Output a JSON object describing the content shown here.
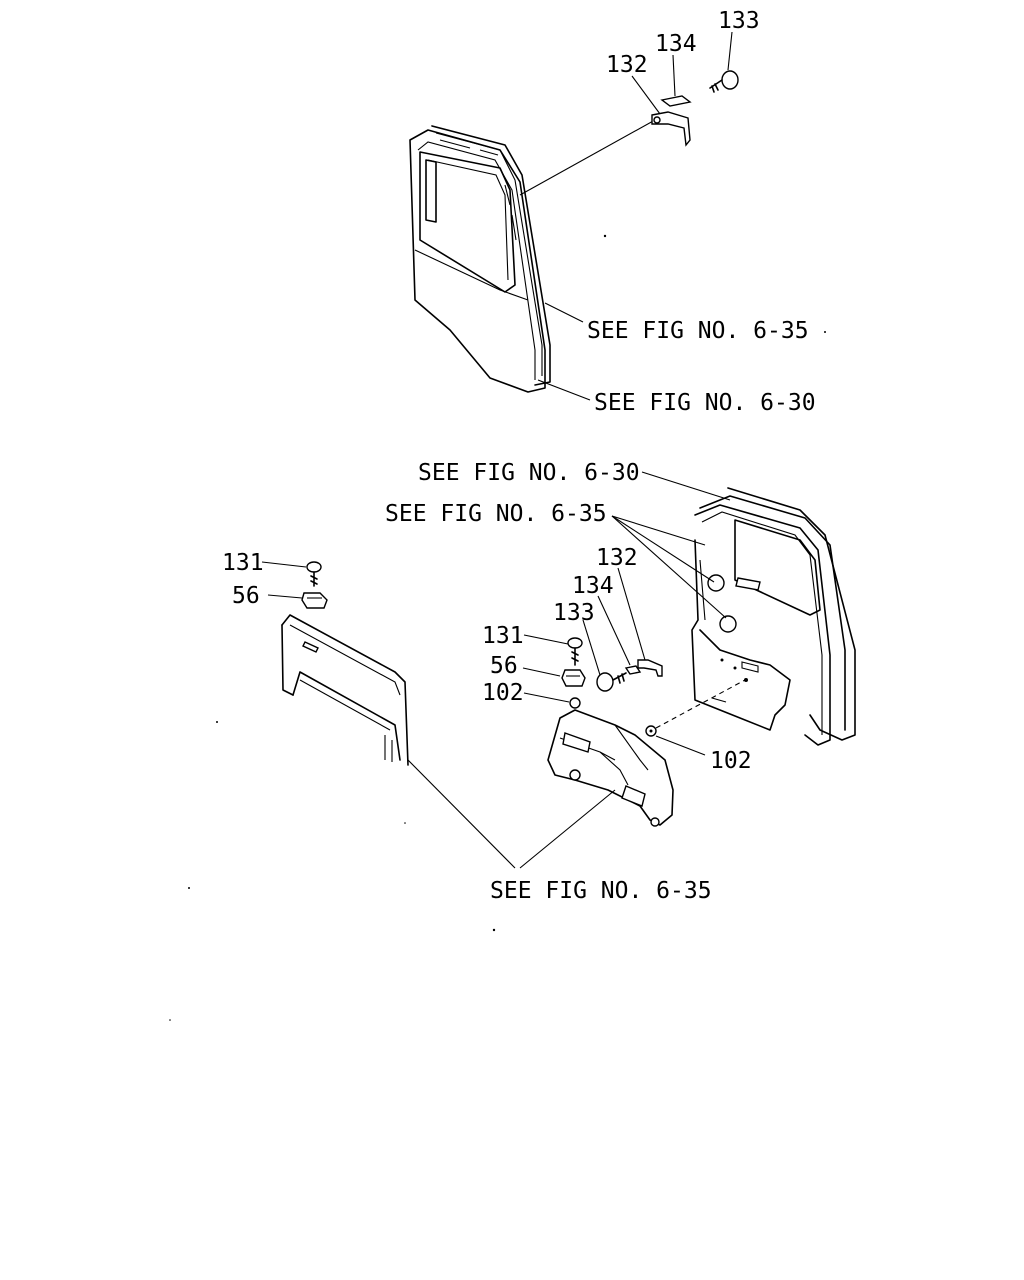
{
  "callouts": {
    "top_133": "133",
    "top_134": "134",
    "top_132": "132",
    "mid_131": "131",
    "mid_56": "56",
    "mid_132": "132",
    "mid_134": "134",
    "mid_133": "133",
    "mid_131b": "131",
    "mid_56b": "56",
    "mid_102a": "102",
    "mid_102b": "102"
  },
  "references": {
    "top_ref_1": "SEE FIG NO. 6-35",
    "top_ref_2": "SEE FIG NO. 6-30",
    "mid_ref_1": "SEE FIG NO. 6-30",
    "mid_ref_2": "SEE FIG NO. 6-35",
    "bottom_ref": "SEE FIG NO. 6-35"
  }
}
